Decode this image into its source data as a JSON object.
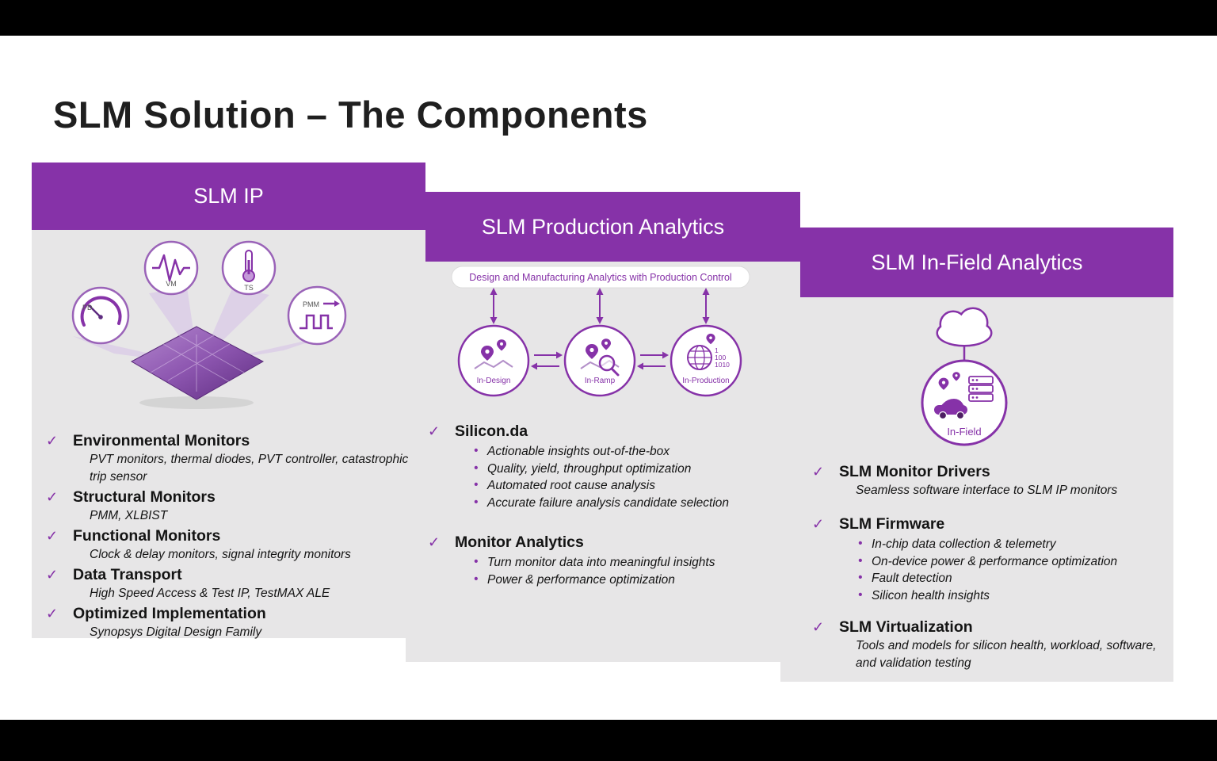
{
  "colors": {
    "accent": "#8632A8",
    "panel_bg": "#E7E6E7",
    "header_text": "#FFFFFF"
  },
  "title": "SLM Solution – The Components",
  "icons": {
    "check": "✓",
    "bullet": "•"
  },
  "panel_ip": {
    "header": "SLM IP",
    "monitor_icons": {
      "pd": "PD",
      "vm": "VM",
      "ts": "TS",
      "pmm": "PMM"
    },
    "items": [
      {
        "heading": "Environmental Monitors",
        "sub": "PVT monitors,  thermal diodes, PVT controller, catastrophic trip sensor"
      },
      {
        "heading": "Structural Monitors",
        "sub": "PMM, XLBIST"
      },
      {
        "heading": "Functional Monitors",
        "sub": "Clock & delay monitors, signal integrity monitors"
      },
      {
        "heading": "Data Transport",
        "sub": "High Speed Access & Test IP, TestMAX ALE"
      },
      {
        "heading": "Optimized Implementation",
        "sub": "Synopsys Digital Design Family"
      }
    ]
  },
  "panel_production": {
    "header": "SLM Production Analytics",
    "banner": "Design and Manufacturing Analytics with Production Control",
    "stages": [
      "In-Design",
      "In-Ramp",
      "In-Production"
    ],
    "binary": [
      "1",
      "100",
      "1010"
    ],
    "sections": [
      {
        "heading": "Silicon.da",
        "bullets": [
          "Actionable insights out-of-the-box",
          "Quality, yield, throughput optimization",
          "Automated root cause analysis",
          "Accurate failure analysis candidate selection"
        ]
      },
      {
        "heading": "Monitor Analytics",
        "bullets": [
          "Turn monitor data into meaningful insights",
          "Power & performance optimization"
        ]
      }
    ]
  },
  "panel_infield": {
    "header": "SLM In-Field Analytics",
    "stage": "In-Field",
    "sections": [
      {
        "heading": "SLM Monitor Drivers",
        "sub": "Seamless software interface to SLM IP monitors"
      },
      {
        "heading": "SLM Firmware",
        "bullets": [
          "In-chip data collection & telemetry",
          "On-device power & performance optimization",
          "Fault detection",
          "Silicon health insights"
        ]
      },
      {
        "heading": "SLM Virtualization",
        "sub": "Tools and models for silicon health, workload, software, and validation testing"
      }
    ]
  }
}
